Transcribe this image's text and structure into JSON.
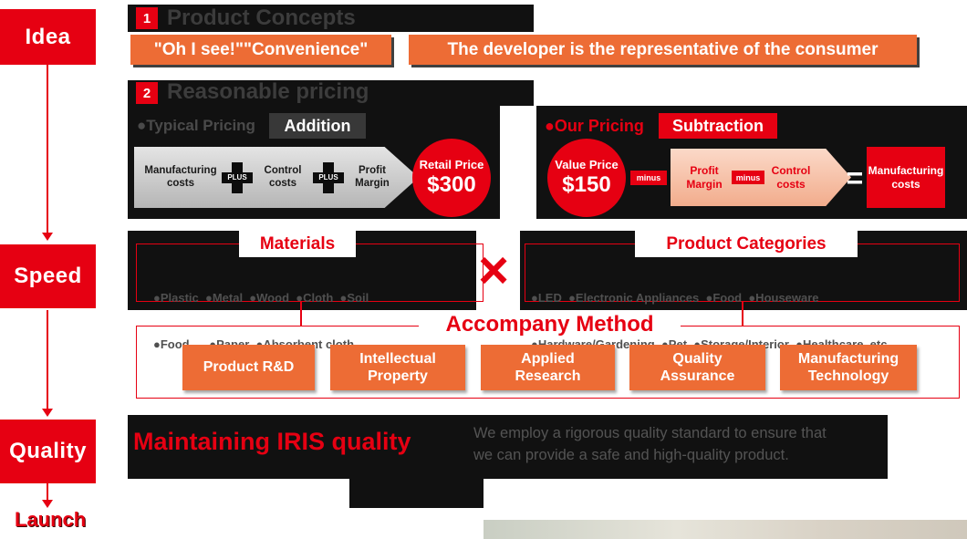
{
  "colors": {
    "brand_red": "#e60012",
    "orange": "#ed6c35",
    "panel_black": "#111111"
  },
  "rail": {
    "idea": "Idea",
    "speed": "Speed",
    "quality": "Quality",
    "launch": "Launch"
  },
  "concepts": {
    "badge": "1",
    "title": "Product Concepts",
    "tag_left": "\"Oh I see!\"\"Convenience\"",
    "tag_right": "The developer is the representative of the consumer"
  },
  "pricing": {
    "badge": "2",
    "title": "Reasonable pricing",
    "typical": {
      "label": "●Typical Pricing",
      "method": "Addition",
      "item1": "Manufacturing costs",
      "plus1": "PLUS",
      "item2": "Control costs",
      "plus2": "PLUS",
      "item3": "Profit Margin",
      "result_label": "Retail Price",
      "result_value": "$300"
    },
    "ours": {
      "label": "●Our Pricing",
      "method": "Subtraction",
      "start_label": "Value Price",
      "start_value": "$150",
      "minus1": "minus",
      "item1": "Profit Margin",
      "minus2": "minus",
      "item2": "Control costs",
      "equals": "=",
      "result": "Manufacturing costs"
    }
  },
  "matrix": {
    "cross": "×",
    "materials": {
      "title": "Materials",
      "line1": "●Plastic  ●Metal  ●Wood  ●Cloth  ●Soil",
      "line2": "●Food      ●Paper  ●Absorbent cloth"
    },
    "categories": {
      "title": "Product Categories",
      "line1": "●LED  ●Electronic Appliances  ●Food  ●Houseware",
      "line2": "●Hardware/Gardening  ●Pet  ●Storage/Interior  ●Healthcare  etc..."
    }
  },
  "accompany": {
    "title": "Accompany Method",
    "buttons": [
      "Product R&D",
      "Intellectual Property",
      "Applied Research",
      "Quality Assurance",
      "Manufacturing Technology"
    ]
  },
  "quality_block": {
    "title": "Maintaining IRIS quality",
    "desc_line1": "We employ a rigorous quality standard to ensure that",
    "desc_line2": "we can provide a safe and high-quality product."
  }
}
